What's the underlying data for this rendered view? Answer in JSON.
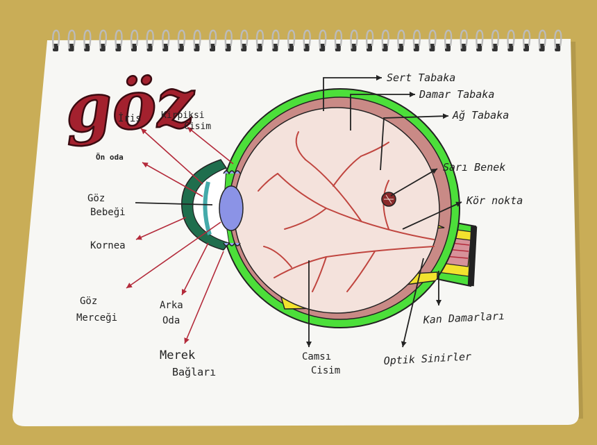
{
  "title": "göz",
  "labels": {
    "sert_tabaka": "Sert Tabaka",
    "damar_tabaka": "Damar Tabaka",
    "ag_tabaka": "Ağ Tabaka",
    "sari_benek": "Sarı Benek",
    "kor_nokta": "Kör nokta",
    "kan_damarlari": "Kan Damarları",
    "optik_sinirler": "Optik Sinirler",
    "camsi_cisim_1": "Camsı",
    "camsi_cisim_2": "Cisim",
    "merek_baglari_1": "Merek",
    "merek_baglari_2": "Bağları",
    "arka_oda_1": "Arka",
    "arka_oda_2": "Oda",
    "goz_mercegi_1": "Göz",
    "goz_mercegi_2": "Merceği",
    "kornea": "Kornea",
    "goz_bebegi_1": "Göz",
    "goz_bebegi_2": "Bebeği",
    "on_oda": "Ön oda",
    "iris": "İris",
    "kirpiksi_cisim_1": "Kirpiksi",
    "kirpiksi_cisim_2": "Cisim"
  },
  "colors": {
    "table": "#c9ad57",
    "paper": "#f7f7f4",
    "sclera": "#4cdf3a",
    "choroid": "#c98a86",
    "retina": "#f2e22e",
    "vitreous": "#f4e2dc",
    "vessels": "#c0453f",
    "lens": "#8b93e6",
    "cornea": "#1f6e4d",
    "title": "#a3212e",
    "arrow_red": "#b32a3a",
    "arrow_black": "#222222"
  }
}
